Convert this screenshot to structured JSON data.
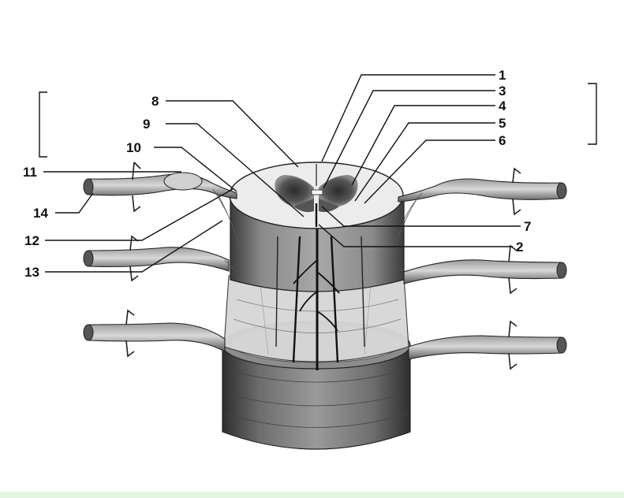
{
  "labels": {
    "l1": "1",
    "l2": "2",
    "l3": "3",
    "l4": "4",
    "l5": "5",
    "l6": "6",
    "l7": "7",
    "l8": "8",
    "l9": "9",
    "l10": "10",
    "l11": "11",
    "l12": "12",
    "l13": "13",
    "l14": "14"
  },
  "colors": {
    "ink": "#111111",
    "grey_matter": "#4a4a4a",
    "white_matter": "#e8e8e8",
    "membrane": "#cfcfcf",
    "dura": "#6f6f6f",
    "footer": "#e4f6e2"
  }
}
